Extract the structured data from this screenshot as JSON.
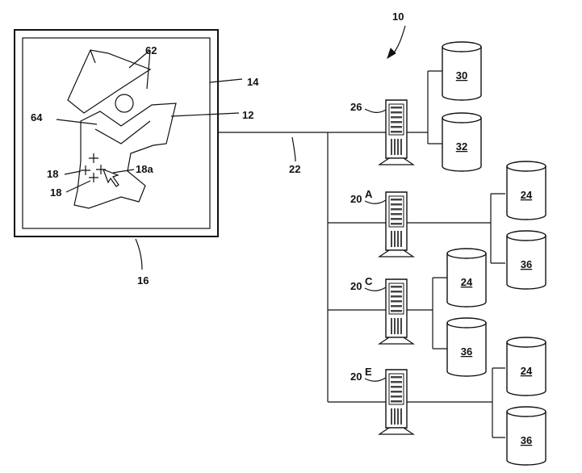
{
  "labels": {
    "system": "10",
    "display_screen": "14",
    "image_region": "12",
    "monitor": "16",
    "objects": "62",
    "contour": "64",
    "marker_a": "18",
    "marker_b": "18",
    "cursor": "18a",
    "network": "22"
  },
  "servers": [
    {
      "id": "26",
      "letter": ""
    },
    {
      "id": "20",
      "letter": "A"
    },
    {
      "id": "20",
      "letter": "C"
    },
    {
      "id": "20",
      "letter": "E"
    }
  ],
  "databases": [
    {
      "label": "30"
    },
    {
      "label": "32"
    },
    {
      "label": "24"
    },
    {
      "label": "36"
    },
    {
      "label": "24"
    },
    {
      "label": "36"
    },
    {
      "label": "24"
    },
    {
      "label": "36"
    }
  ]
}
